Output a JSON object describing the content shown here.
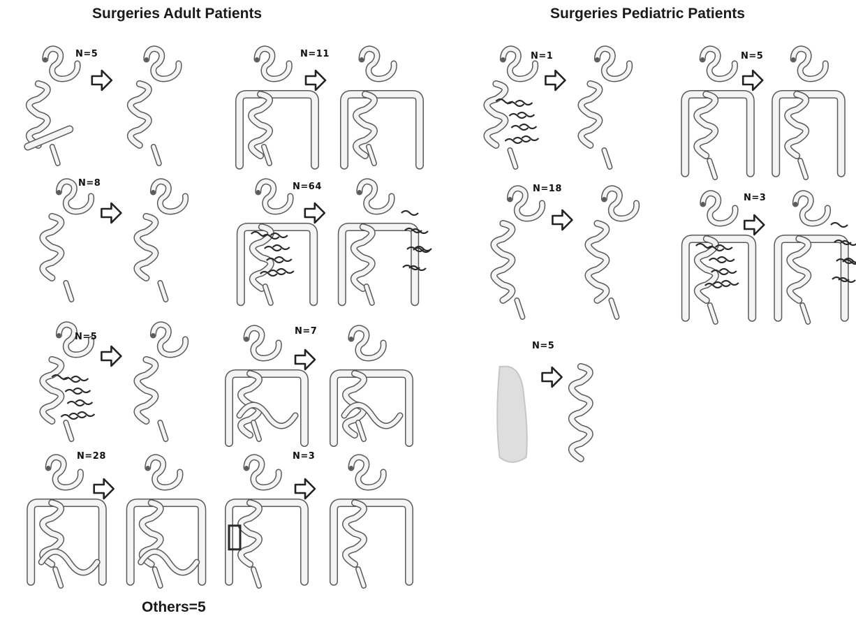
{
  "titles": {
    "adult": "Surgeries Adult Patients",
    "pediatric": "Surgeries Pediatric Patients"
  },
  "footer": {
    "others": "Others=5"
  },
  "adult_panels": [
    {
      "label": "N=5"
    },
    {
      "label": "N=11"
    },
    {
      "label": "N=8"
    },
    {
      "label": "N=64"
    },
    {
      "label": "N=5"
    },
    {
      "label": "N=7"
    },
    {
      "label": "N=28"
    },
    {
      "label": "N=3"
    }
  ],
  "pediatric_panels": [
    {
      "label": "N=1"
    },
    {
      "label": "N=5"
    },
    {
      "label": "N=18"
    },
    {
      "label": "N=3"
    },
    {
      "label": "N=5"
    }
  ],
  "colors": {
    "bowel_stroke": "#5a5a5a",
    "bowel_fill": "#f4f4f4",
    "dense_shading": "#2a2a2a",
    "arrow_stroke": "#222222",
    "blur_fill": "#d9d9d9"
  },
  "icons": {
    "arrow": "right-arrow-outline-icon",
    "bowel": "intestine-drawing-icon"
  }
}
